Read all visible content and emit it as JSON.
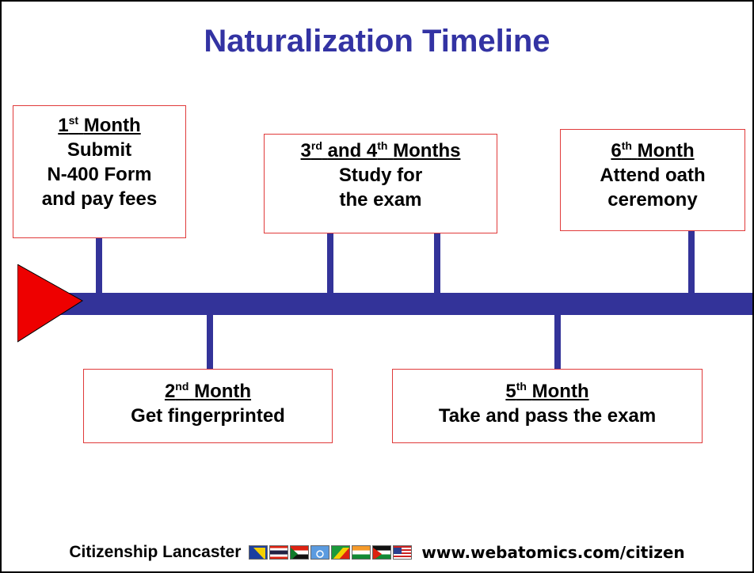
{
  "title": "Naturalization Timeline",
  "milestones": [
    {
      "month": "1",
      "suffix": "st",
      "month_word": "Month",
      "lines": [
        "Submit",
        "N-400 Form",
        "and pay fees"
      ]
    },
    {
      "month": "2",
      "suffix": "nd",
      "month_word": "Month",
      "lines": [
        "Get fingerprinted"
      ]
    },
    {
      "month": "3",
      "suffix": "rd",
      "and": "and 4",
      "suffix2": "th",
      "month_word": "Months",
      "lines": [
        "Study for",
        "the exam"
      ]
    },
    {
      "month": "5",
      "suffix": "th",
      "month_word": "Month",
      "lines": [
        "Take and pass the exam"
      ]
    },
    {
      "month": "6",
      "suffix": "th",
      "month_word": "Month",
      "lines": [
        "Attend oath",
        "ceremony"
      ]
    }
  ],
  "footer": {
    "left": "Citizenship Lancaster",
    "url": "www.webatomics.com/citizen",
    "flag_icons": [
      "bosnia-flag-icon",
      "thailand-flag-icon",
      "sudan-flag-icon",
      "un-flag-icon",
      "congo-flag-icon",
      "india-flag-icon",
      "jordan-flag-icon",
      "usa-flag-icon"
    ]
  },
  "colors": {
    "title": "#3333a3",
    "timeline": "#333399",
    "arrow": "#ee0000",
    "box_border": "#e03a3a"
  }
}
